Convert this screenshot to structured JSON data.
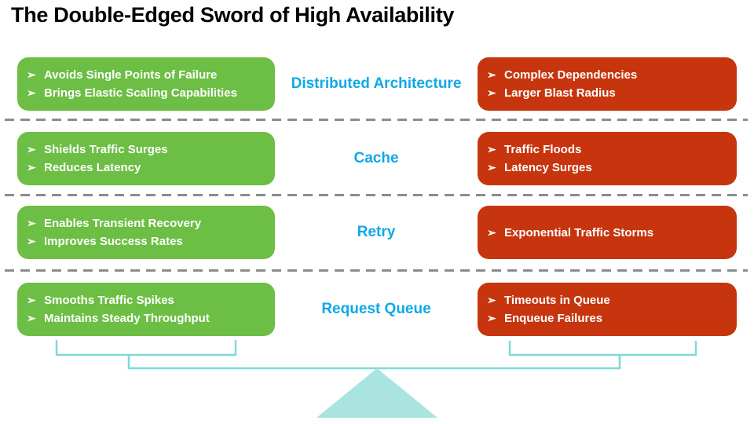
{
  "title": "The Double-Edged Sword of High Availability",
  "icons": {
    "arrow_bullet": "➢",
    "fulcrum_triangle": "triangle-up"
  },
  "colors": {
    "pros_green": "#6CBE44",
    "cons_red": "#C7350F",
    "label_cyan": "#0FA8E8",
    "divider_gray": "#8C8C8C",
    "beam_teal": "#7EDAD6",
    "fulcrum_teal": "#A9E4E0",
    "box_text_white": "#FFFFFF",
    "title_black": "#000000"
  },
  "rows": [
    {
      "label": "Distributed Architecture",
      "pros": [
        "Avoids Single Points of Failure",
        "Brings Elastic Scaling Capabilities"
      ],
      "cons": [
        "Complex Dependencies",
        "Larger Blast Radius"
      ]
    },
    {
      "label": "Cache",
      "pros": [
        "Shields Traffic Surges",
        "Reduces Latency"
      ],
      "cons": [
        "Traffic Floods",
        "Latency Surges"
      ]
    },
    {
      "label": "Retry",
      "pros": [
        "Enables Transient Recovery",
        "Improves Success Rates"
      ],
      "cons": [
        "Exponential Traffic Storms"
      ]
    },
    {
      "label": "Request Queue",
      "pros": [
        "Smooths Traffic Spikes",
        "Maintains Steady Throughput"
      ],
      "cons": [
        "Timeouts in Queue",
        "Enqueue Failures"
      ]
    }
  ]
}
